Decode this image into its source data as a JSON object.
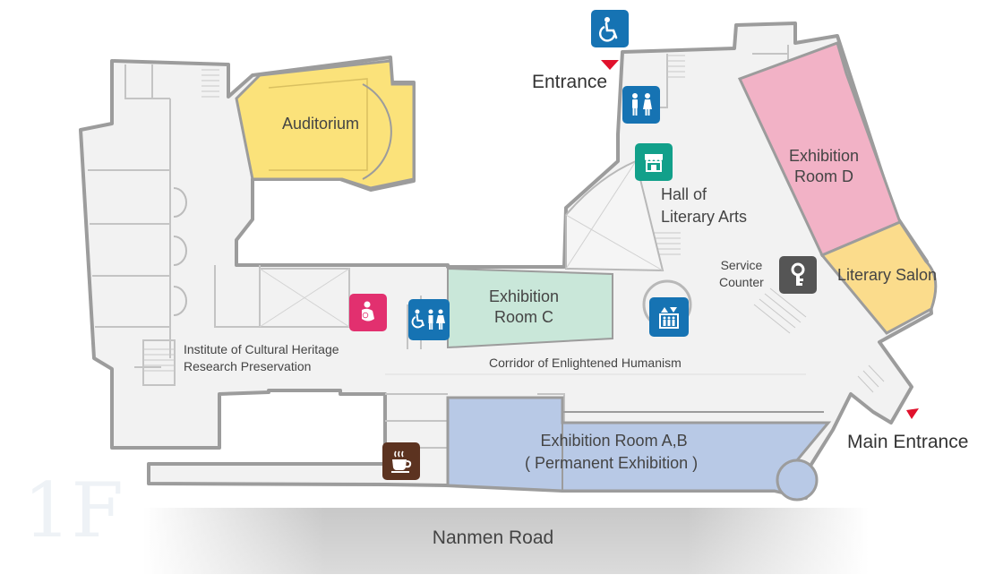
{
  "floor_label": "1F",
  "road": {
    "name": "Nanmen Road"
  },
  "rooms": {
    "auditorium": {
      "label": "Auditorium",
      "color": "#fbe27a"
    },
    "exhibition_c": {
      "line1": "Exhibition",
      "line2": "Room C",
      "color": "#c9e7d9"
    },
    "exhibition_d": {
      "line1": "Exhibition",
      "line2": "Room D",
      "color": "#f2b2c6"
    },
    "literary_salon": {
      "label": "Literary Salon",
      "color": "#fbdc8c"
    },
    "exhibition_ab": {
      "line1": "Exhibition Room A,B",
      "line2": "( Permanent Exhibition )",
      "color": "#b8c9e6"
    },
    "hall": {
      "line1": "Hall of",
      "line2": "Literary Arts"
    },
    "institute": {
      "line1": "Institute of Cultural Heritage",
      "line2": "Research Preservation"
    }
  },
  "labels": {
    "corridor": "Corridor of Enlightened Humanism",
    "service_line1": "Service",
    "service_line2": "Counter",
    "entrance": "Entrance",
    "main_entrance": "Main Entrance"
  },
  "colors": {
    "wall": "#9a9a9a",
    "floor": "#f1f1f1",
    "accessible_blue": "#1673b3",
    "shop_teal": "#12a08a",
    "nursing_pink": "#e2306f",
    "service_gray": "#555555",
    "cafe_brown": "#5c3320",
    "entrance_arrow": "#e0112c"
  },
  "icons": [
    "wheelchair-icon",
    "restroom-icon",
    "shop-icon",
    "nursing-room-icon",
    "accessible-restroom-icon",
    "elevator-icon",
    "information-icon",
    "cafe-icon"
  ]
}
